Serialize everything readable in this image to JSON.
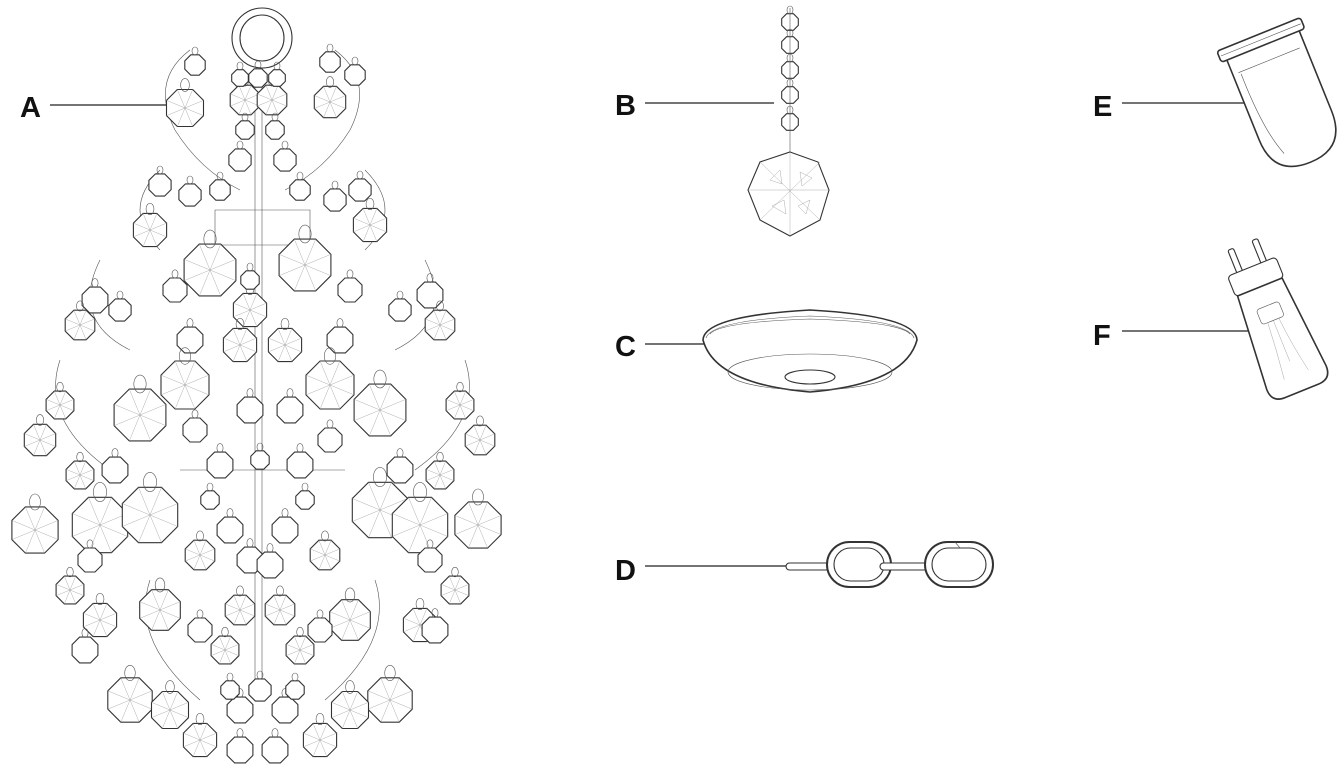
{
  "labels": {
    "a": "A",
    "b": "B",
    "c": "C",
    "d": "D",
    "e": "E",
    "f": "F"
  },
  "parts": [
    {
      "key": "a",
      "icon": "crystal-chandelier-icon"
    },
    {
      "key": "b",
      "icon": "crystal-pendant-strand-icon"
    },
    {
      "key": "c",
      "icon": "ceiling-canopy-icon"
    },
    {
      "key": "d",
      "icon": "chain-links-icon"
    },
    {
      "key": "e",
      "icon": "socket-cover-icon"
    },
    {
      "key": "f",
      "icon": "bi-pin-bulb-icon"
    }
  ]
}
